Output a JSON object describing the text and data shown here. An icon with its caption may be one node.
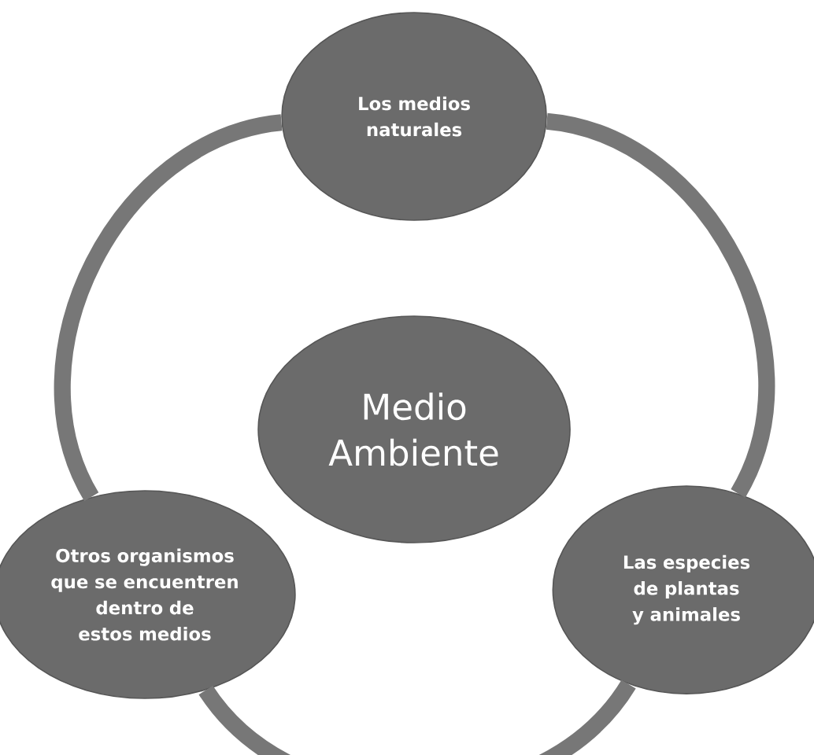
{
  "diagram": {
    "nodes": [
      {
        "text": [
          "Los medios naturales"
        ]
      },
      {
        "text": [
          "Medio Ambiente"
        ]
      },
      {
        "text": [
          "Otros organismos que se encuentren dentro de estos medios"
        ]
      },
      {
        "text": [
          "Las especies de plantas y animales"
        ]
      }
    ],
    "edges": [
      {
        "from": 0,
        "to": 2,
        "arrow": "none"
      },
      {
        "from": 2,
        "to": 3,
        "arrow": "none"
      },
      {
        "from": 3,
        "to": 0,
        "arrow": "none"
      }
    ]
  }
}
